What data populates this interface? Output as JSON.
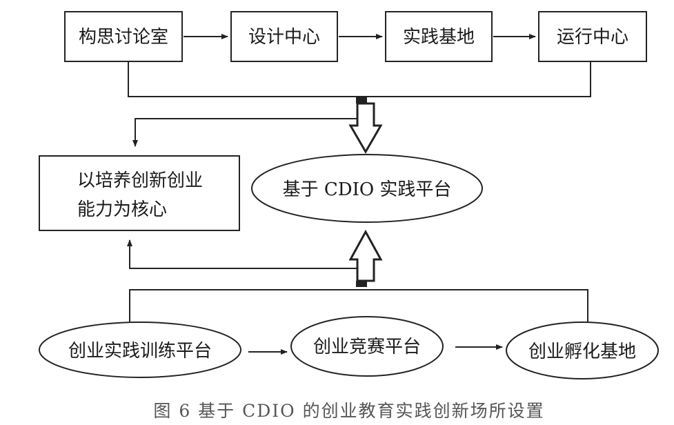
{
  "diagram": {
    "top_row": [
      {
        "label": "构思讨论室"
      },
      {
        "label": "设计中心"
      },
      {
        "label": "实践基地"
      },
      {
        "label": "运行中心"
      }
    ],
    "core_box": {
      "line1": "以培养创新创业",
      "line2": "能力为核心"
    },
    "center_platform": {
      "label": "基于 CDIO 实践平台"
    },
    "bottom_row": [
      {
        "label": "创业实践训练平台"
      },
      {
        "label": "创业竞赛平台"
      },
      {
        "label": "创业孵化基地"
      }
    ]
  },
  "caption": "图 6  基于 CDIO 的创业教育实践创新场所设置",
  "colors": {
    "stroke": "#222222",
    "text": "#1a1a1a",
    "caption": "#555555"
  }
}
